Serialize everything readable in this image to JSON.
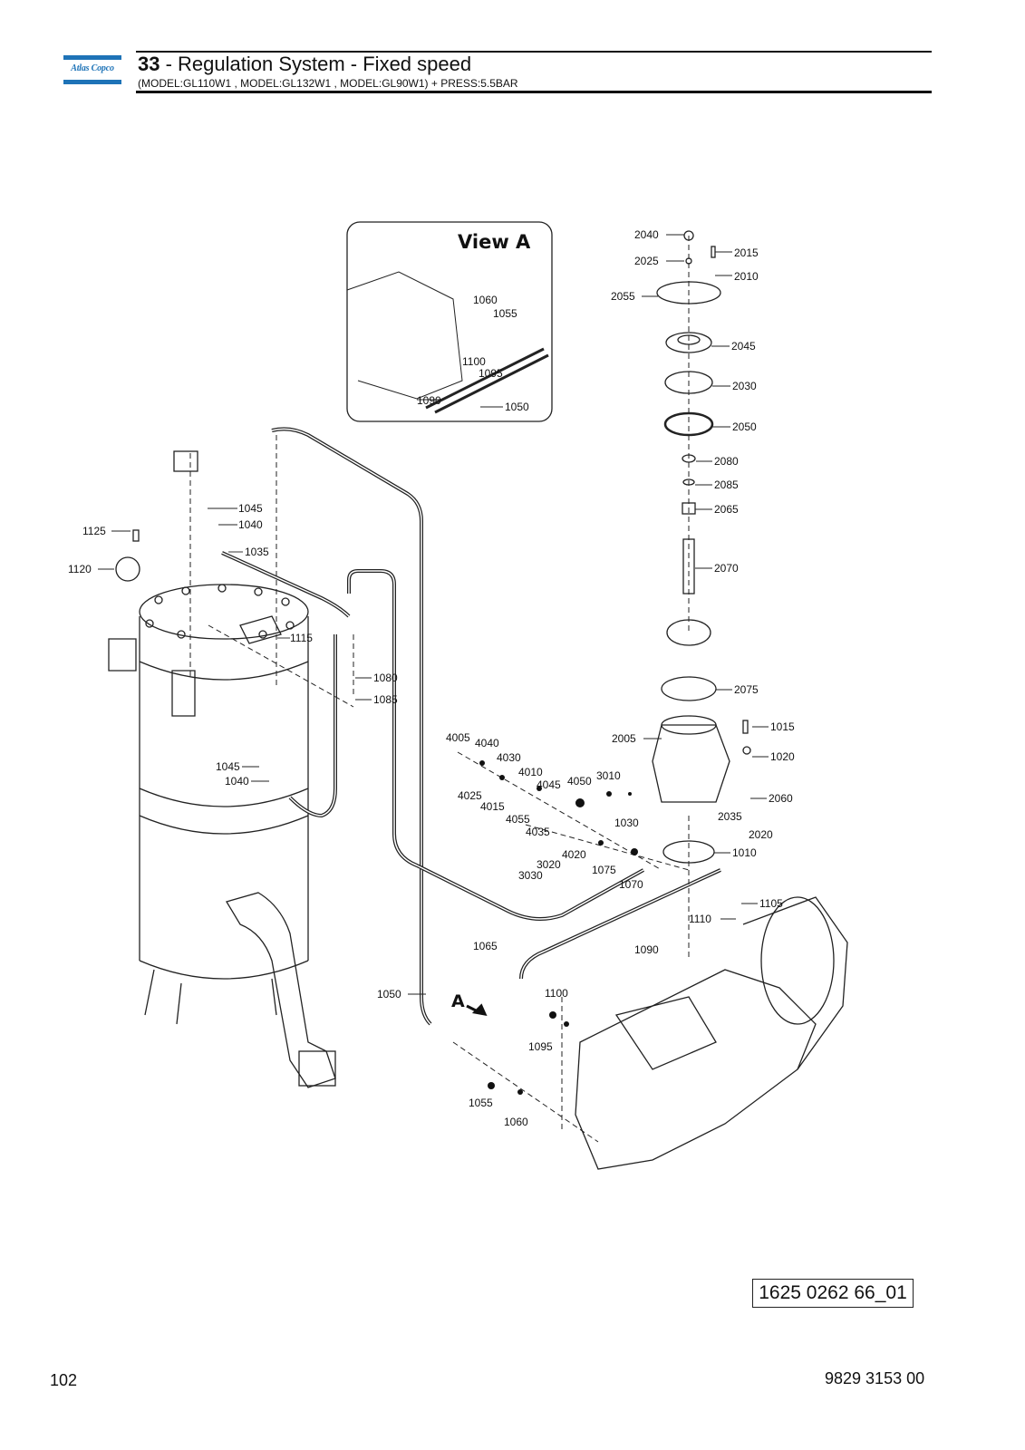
{
  "header": {
    "logo_text": "Atlas Copco",
    "section_number": "33",
    "title_separator": " - ",
    "section_title": "Regulation System - Fixed speed",
    "subtitle": "(MODEL:GL110W1 , MODEL:GL132W1 , MODEL:GL90W1) + PRESS:5.5BAR"
  },
  "view_label": "View A",
  "view_arrow_label": "A",
  "callouts": [
    "2040",
    "2015",
    "2025",
    "2010",
    "2055",
    "2045",
    "2030",
    "2050",
    "2080",
    "2085",
    "2065",
    "2070",
    "2075",
    "2005",
    "1015",
    "1020",
    "2060",
    "2035",
    "2020",
    "1010",
    "1105",
    "1110",
    "4005",
    "4040",
    "4030",
    "4010",
    "4045",
    "4050",
    "3010",
    "4025",
    "4015",
    "4055",
    "4035",
    "4020",
    "1030",
    "3020",
    "3030",
    "1075",
    "1070",
    "1090",
    "1065",
    "1050",
    "1100",
    "1095",
    "1055",
    "1060",
    "1045",
    "1040",
    "1035",
    "1125",
    "1120",
    "1115",
    "1080",
    "1085"
  ],
  "inset_callouts": [
    "1060",
    "1055",
    "1100",
    "1095",
    "1090",
    "1050"
  ],
  "secondary_callouts": [
    "1045",
    "1040"
  ],
  "colors": {
    "brand": "#1e73b7",
    "line": "#222222"
  },
  "footer": {
    "drawing_id": "1625 0262 66_01",
    "page_number": "102",
    "document_number": "9829 3153 00"
  }
}
